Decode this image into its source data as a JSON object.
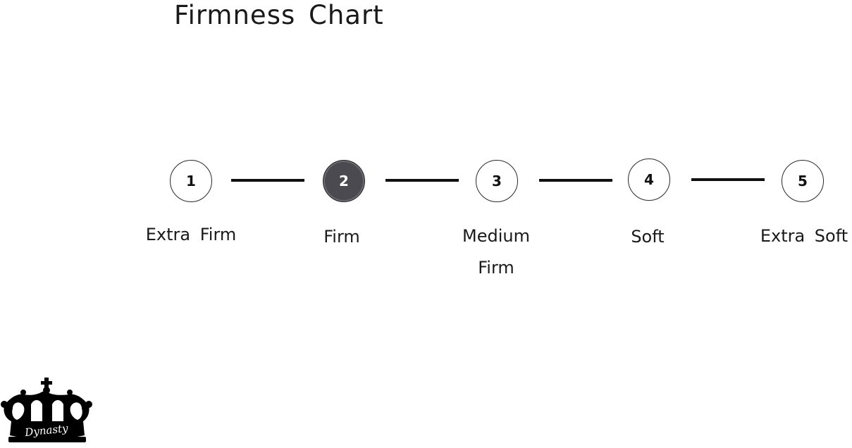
{
  "title": "Firmness Chart",
  "steps": [
    {
      "number": "1",
      "label": "Extra Firm",
      "selected": false
    },
    {
      "number": "2",
      "label": "Firm",
      "selected": true
    },
    {
      "number": "3",
      "label": "Medium\nFirm",
      "selected": false
    },
    {
      "number": "4",
      "label": "Soft",
      "selected": false
    },
    {
      "number": "5",
      "label": "Extra Soft",
      "selected": false
    }
  ],
  "logo": {
    "text": "Dynasty",
    "icon": "crown-icon"
  },
  "colors": {
    "selected_fill": "#4a4a50",
    "line": "#111111"
  }
}
